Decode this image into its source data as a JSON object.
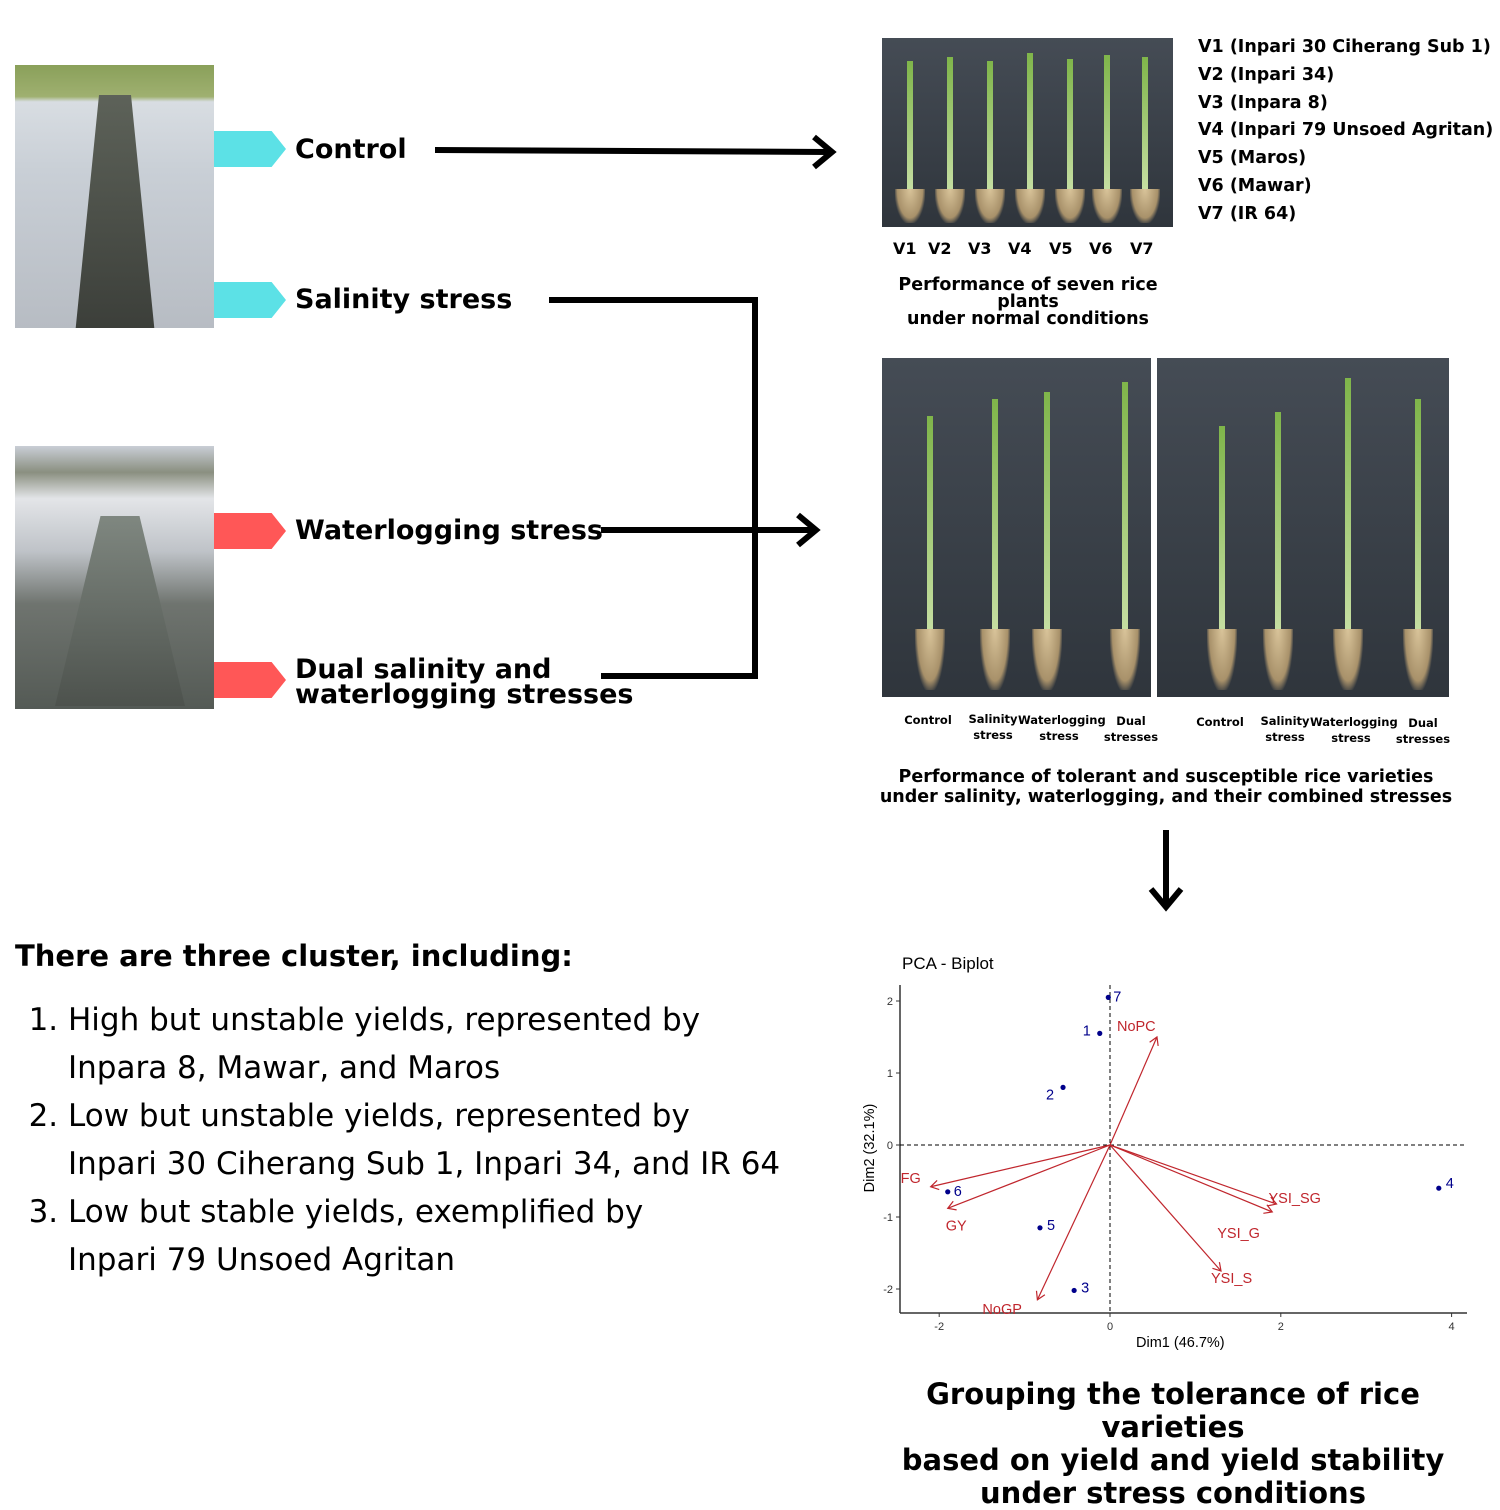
{
  "conditions": {
    "control": "Control",
    "salinity": "Salinity stress",
    "waterlogging": "Waterlogging stress",
    "dual": "Dual salinity and waterlogging stresses",
    "dual_line1": "Dual salinity and",
    "dual_line2": "waterlogging stresses"
  },
  "colors": {
    "cyan_tag": "#5ce1e6",
    "red_tag": "#ff5757",
    "pca_var": "#c0262d",
    "pca_ind": "#00008b"
  },
  "varieties": [
    "V1 (Inpari 30 Ciherang Sub 1)",
    "V2 (Inpari 34)",
    "V3 (Inpara 8)",
    "V4 (Inpari 79 Unsoed Agritan)",
    "V5 (Maros)",
    "V6 (Mawar)",
    "V7 (IR 64)"
  ],
  "variety_codes": [
    "V1",
    "V2",
    "V3",
    "V4",
    "V5",
    "V6",
    "V7"
  ],
  "caption_normal": [
    "Performance of seven rice plants",
    "under normal conditions"
  ],
  "stress_labels_left": [
    [
      "Control",
      ""
    ],
    [
      "Salinity",
      "stress"
    ],
    [
      "Waterlogging",
      "stress"
    ],
    [
      "Dual",
      "stresses"
    ]
  ],
  "stress_labels_right": [
    [
      "Control",
      ""
    ],
    [
      "Salinity",
      "stress"
    ],
    [
      "Waterlogging",
      "stress"
    ],
    [
      "Dual",
      "stresses"
    ]
  ],
  "caption_stress": [
    "Performance of tolerant and susceptible rice varieties",
    "under salinity, waterlogging, and their combined stresses"
  ],
  "cluster": {
    "heading": "There are three cluster, including:",
    "items": [
      [
        "High but unstable yields, represented by",
        "Inpara 8, Mawar, and Maros"
      ],
      [
        "Low but unstable yields, represented by",
        "Inpari 30 Ciherang Sub 1, Inpari 34, and IR 64"
      ],
      [
        "Low but stable yields, exemplified by",
        "Inpari 79 Unsoed Agritan"
      ]
    ]
  },
  "caption_pca": [
    "Grouping the tolerance of rice  varieties",
    "based on yield and yield stability",
    "under stress conditions"
  ],
  "chart_data": {
    "type": "scatter",
    "title": "PCA - Biplot",
    "xlabel": "Dim1 (46.7%)",
    "ylabel": "Dim2 (32.1%)",
    "xlim": [
      -2.5,
      4.2
    ],
    "ylim": [
      -2.35,
      2.25
    ],
    "xticks": [
      -2,
      0,
      2,
      4
    ],
    "yticks": [
      -2,
      -1,
      0,
      1,
      2
    ],
    "individuals": [
      {
        "label": "7",
        "x": -0.02,
        "y": 2.05
      },
      {
        "label": "1",
        "x": -0.12,
        "y": 1.55
      },
      {
        "label": "2",
        "x": -0.55,
        "y": 0.8
      },
      {
        "label": "6",
        "x": -1.9,
        "y": -0.65
      },
      {
        "label": "5",
        "x": -0.82,
        "y": -1.15
      },
      {
        "label": "3",
        "x": -0.42,
        "y": -2.02
      },
      {
        "label": "4",
        "x": 3.85,
        "y": -0.6
      }
    ],
    "variables": [
      {
        "label": "NoPC",
        "x": 0.55,
        "y": 1.5
      },
      {
        "label": "FG",
        "x": -2.1,
        "y": -0.58
      },
      {
        "label": "GY",
        "x": -1.9,
        "y": -0.88
      },
      {
        "label": "NoGP",
        "x": -0.85,
        "y": -2.15
      },
      {
        "label": "YSI_SG",
        "x": 1.95,
        "y": -0.82
      },
      {
        "label": "YSI_G",
        "x": 1.9,
        "y": -0.93
      },
      {
        "label": "YSI_S",
        "x": 1.3,
        "y": -1.75
      }
    ]
  }
}
